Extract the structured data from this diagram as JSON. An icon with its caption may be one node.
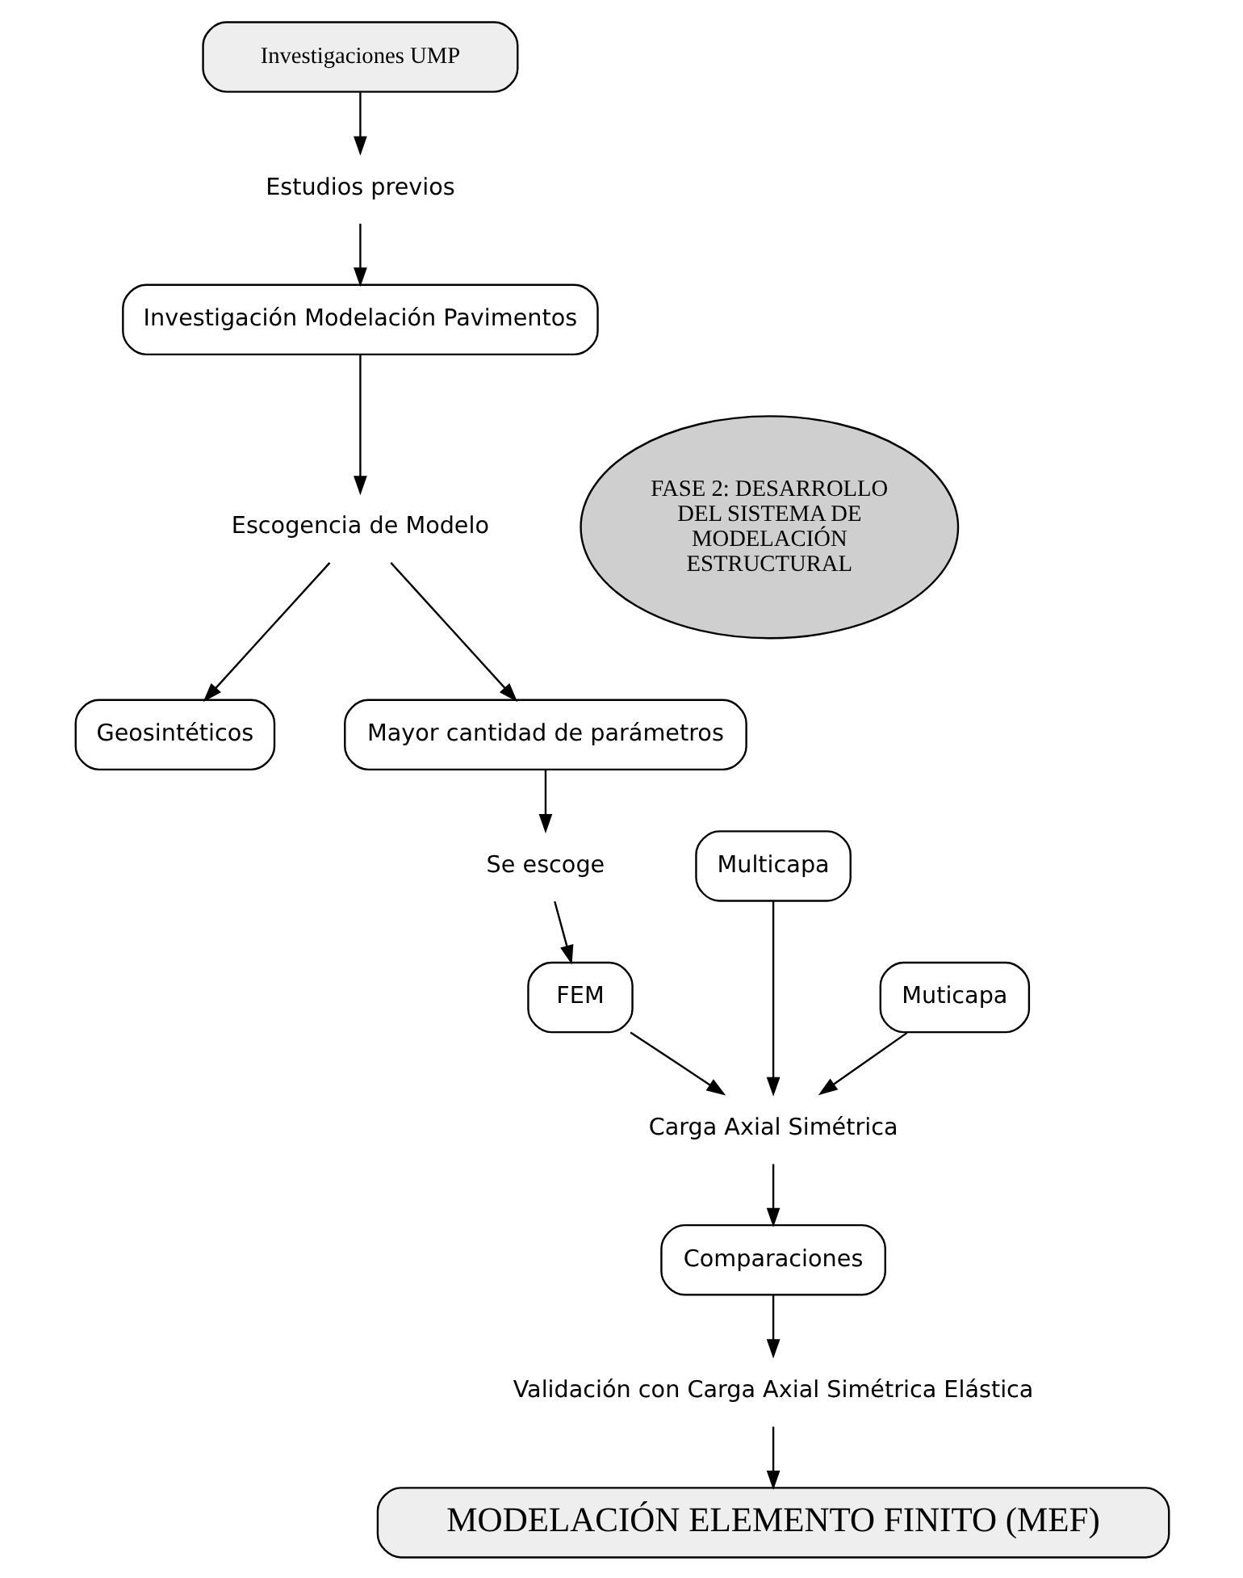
{
  "diagram": {
    "nodes": [
      {
        "text": [
          "Investigaciones UMP"
        ]
      },
      {
        "text": [
          "Estudios previos"
        ]
      },
      {
        "text": [
          "Investigación Modelación Pavimentos"
        ]
      },
      {
        "text": [
          "Escogencia de Modelo"
        ]
      },
      {
        "text": [
          "Geosintéticos"
        ]
      },
      {
        "text": [
          "FASE 2: DESARROLLO DEL SISTEMA DE MODELACIÓN ESTRUCTURAL"
        ]
      },
      {
        "text": [
          "Mayor cantidad de parámetros"
        ]
      },
      {
        "text": [
          "Se escoge"
        ]
      },
      {
        "text": [
          "Multicapa"
        ]
      },
      {
        "text": [
          "FEM"
        ]
      },
      {
        "text": [
          "Muticapa"
        ]
      },
      {
        "text": [
          "Carga Axial Simétrica"
        ]
      },
      {
        "text": [
          "Comparaciones"
        ]
      },
      {
        "text": [
          "Validación con Carga Axial Simétrica Elástica"
        ]
      },
      {
        "text": [
          "MODELACIÓN ELEMENTO FINITO (MEF)"
        ]
      }
    ],
    "edges": [
      {
        "from": 0,
        "to": 1,
        "arrow": "to"
      },
      {
        "from": 1,
        "to": 2,
        "arrow": "to"
      },
      {
        "from": 2,
        "to": 3,
        "arrow": "to"
      },
      {
        "from": 3,
        "to": 4,
        "arrow": "to"
      },
      {
        "from": 3,
        "to": 6,
        "arrow": "to"
      },
      {
        "from": 6,
        "to": 7,
        "arrow": "to"
      },
      {
        "from": 7,
        "to": 9,
        "arrow": "to"
      },
      {
        "from": 9,
        "to": 11,
        "arrow": "to"
      },
      {
        "from": 8,
        "to": 11,
        "arrow": "to"
      },
      {
        "from": 10,
        "to": 11,
        "arrow": "to"
      },
      {
        "from": 11,
        "to": 12,
        "arrow": "to"
      },
      {
        "from": 12,
        "to": 13,
        "arrow": "to"
      },
      {
        "from": 13,
        "to": 14,
        "arrow": "to"
      }
    ]
  }
}
